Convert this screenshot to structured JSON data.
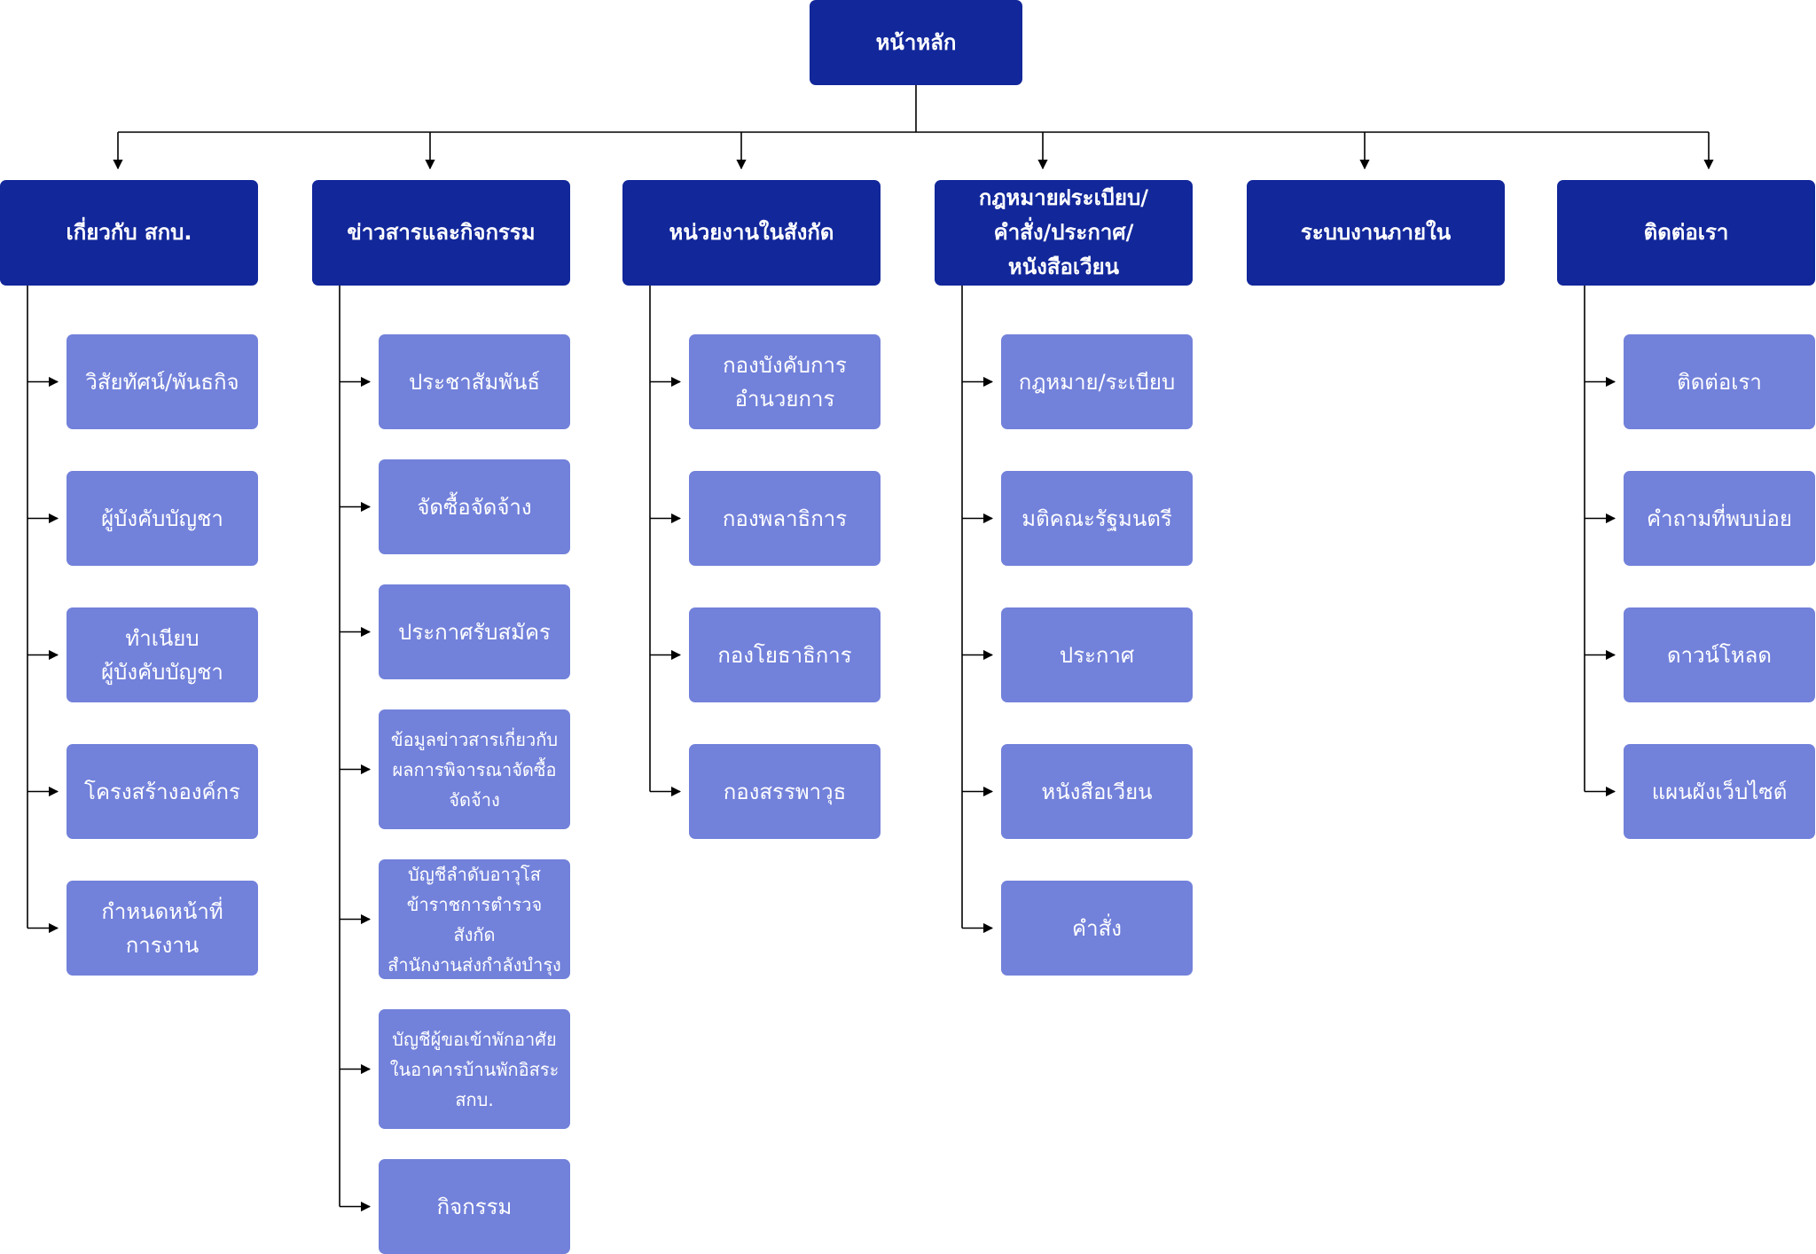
{
  "root": "หน้าหลัก",
  "sections": [
    {
      "title": "เกี่ยวกับ สกบ.",
      "items": [
        "วิสัยทัศน์/พันธกิจ",
        "ผู้บังคับบัญชา",
        "ทำเนียบ\nผู้บังคับบัญชา",
        "โครงสร้างองค์กร",
        "กำหนดหน้าที่\nการงาน"
      ]
    },
    {
      "title": "ข่าวสารและกิจกรรม",
      "items": [
        "ประชาสัมพันธ์",
        "จัดซื้อจัดจ้าง",
        "ประกาศรับสมัคร",
        "ข้อมูลข่าวสารเกี่ยวกับ\nผลการพิจารณาจัดซื้อ\nจัดจ้าง",
        "บัญชีลำดับอาวุโส\nข้าราชการตำรวจ สังกัด\nสำนักงานส่งกำลังบำรุง",
        "บัญชีผู้ขอเข้าพักอาศัย\nในอาคารบ้านพักอิสระ\nสกบ.",
        "กิจกรรม"
      ]
    },
    {
      "title": "หน่วยงานในสังกัด",
      "items": [
        "กองบังคับการ\nอำนวยการ",
        "กองพลาธิการ",
        "กองโยธาธิการ",
        "กองสรรพาวุธ"
      ]
    },
    {
      "title": "กฎหมายฝระเบียบ/\nคำสั่ง/ประกาศ/\nหนังสือเวียน",
      "items": [
        "กฎหมาย/ระเบียบ",
        "มติคณะรัฐมนตรี",
        "ประกาศ",
        "หนังสือเวียน",
        "คำสั่ง"
      ]
    },
    {
      "title": "ระบบงานภายใน",
      "items": []
    },
    {
      "title": "ติดต่อเรา",
      "items": [
        "ติดต่อเรา",
        "คำถามที่พบบ่อย",
        "ดาวน์โหลด",
        "แผนผังเว็บไซต์"
      ]
    }
  ],
  "colors": {
    "primary": "#12279a",
    "secondary": "#7281da",
    "line": "#000000"
  }
}
